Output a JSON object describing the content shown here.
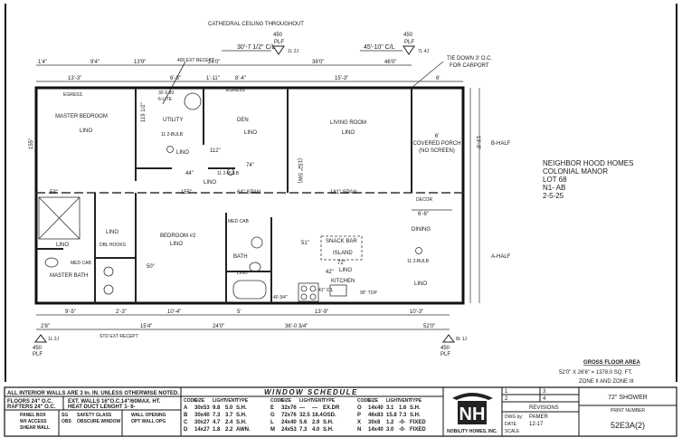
{
  "header": {
    "ceiling_note": "CATHEDRAL CEILING THROUGHOUT"
  },
  "load_markers": {
    "top_left": {
      "value": "450",
      "unit": "PLF",
      "dim": "30'-7 1/2\" C/L",
      "code": "1L 2J"
    },
    "top_right": {
      "value": "450",
      "unit": "PLF",
      "dim": "45'-10\" C/L",
      "code": "7L 4J"
    },
    "bottom_left": {
      "value": "450",
      "unit": "PLF",
      "code": "1L 2J"
    },
    "bottom_right": {
      "value": "450",
      "unit": "PLF",
      "code": "8L 1J"
    }
  },
  "top_dims_row1": [
    "1'4\"",
    "9'4\"",
    "13'9\"",
    "24'0\"",
    "38'0\"",
    "46'0\""
  ],
  "top_dims_row2": [
    "13'-3\"",
    "6'-3\"",
    "1'-11\"",
    "8'-4\"",
    "15'-3\"",
    "6'"
  ],
  "bottom_dims_row1": [
    "9'-5\"",
    "2'-3\"",
    "10'-4\"",
    "5'",
    "13'-9\"",
    "10'-3\""
  ],
  "bottom_dims_row2": [
    "2'8\"",
    "15'4\"",
    "24'0\"",
    "36'-0 3/4\"",
    "52'0\""
  ],
  "annotations": {
    "tie_down": "TIE DOWN 3' O.C.",
    "for_carport": "FOR CARPORT",
    "ext_recept": "400 EXT RECEPT",
    "std_ext_recept": "STD EXT RECEPT",
    "egress": "EGRESS",
    "door_30x80": "30 X 80",
    "six_lite": "6-LITE",
    "decor": "DECOR",
    "span_155": "155\"",
    "span_64": "64\" SPAN",
    "span_181": "181\" SPAN",
    "dim_112": "112\"",
    "dim_74": "74\"",
    "dim_44": "44\"",
    "dim_53": "53\"",
    "dim_50": "50\"",
    "dim_51": "51\"",
    "dim_72": "72\"",
    "dim_42": "42\"",
    "dim_6_6": "6'-6\"",
    "wall_155": "155\"",
    "wall_152": "(152\" SW)",
    "wall_119": "119 1/2\"",
    "b_half": "B-HALF",
    "a_half": "A-HALF",
    "dim_13_3": "13'-3\""
  },
  "rooms": {
    "master_bedroom": {
      "name": "MASTER BEDROOM",
      "floor": "LINO"
    },
    "utility": {
      "name": "UTILITY",
      "floor": "LINO",
      "light": "11 2-BULB"
    },
    "den": {
      "name": "DEN",
      "floor": "LINO"
    },
    "living_room": {
      "name": "LIVING ROOM",
      "floor": "LINO"
    },
    "porch": {
      "size": "6'",
      "name": "COVERED PORCH",
      "note": "(NO SCREEN)"
    },
    "hall": {
      "floor": "LINO",
      "light": "11 2-BULB"
    },
    "master_bath": {
      "name": "MASTER BATH",
      "floor": "LINO",
      "med_cab": "MED CAB"
    },
    "closet": {
      "floor": "LINO",
      "shelf": "DBL HOOKS"
    },
    "bedroom2": {
      "name": "BEDROOM #2",
      "floor": "LINO"
    },
    "bath": {
      "name": "BATH",
      "floor": "LINO",
      "med_cab": "MED CAB"
    },
    "kitchen": {
      "name": "KITCHEN",
      "floor": "LINO",
      "island": "ISLAND",
      "snack_bar": "SNACK BAR",
      "counter_cl": "41\" C/L",
      "top": "95\" TOP",
      "top2": "40 3/4\""
    },
    "dining": {
      "name": "DINING",
      "floor": "LINO",
      "light": "11 2-BULB"
    }
  },
  "project_info": [
    "NEIGHBOR HOOD HOMES",
    "COLONIAL MANOR",
    "LOT 68",
    "N1-      AB",
    "2-5-25"
  ],
  "gross_area": {
    "title": "GROSS FLOOR AREA",
    "calc": "52'0\" X 26'6\" = 1378.0 SQ. FT.",
    "zones": "ZONE II AND ZONE III"
  },
  "notes": {
    "interior_walls": "ALL INTERIOR WALLS ARE 3 In. IN. UNLESS OTHERWISE NOTED.",
    "floors": "FLOORS 24\" O.C.",
    "rafters": "RAFTERS 24\" O.C.",
    "ext_walls": "EXT. WALLS 16\"O.C.14\"/60MAX. HT.",
    "heat_duct": "HEAT DUCT LENGHT 1-  6-",
    "legend": [
      "PANEL BOX",
      "W/I ACCESS",
      "SHEAR WALL",
      "SAFETY GLASS",
      "OBSCURE WINDOW",
      "WALL OPENING",
      "OPT WALL OPG"
    ],
    "legend_codes": [
      "SG",
      "OBS"
    ]
  },
  "window_schedule": {
    "title": "WINDOW SCHEDULE",
    "columns": [
      "CODE",
      "SIZE",
      "LIGHT",
      "VENT",
      "TYPE"
    ],
    "rows": [
      [
        "A",
        "30x53",
        "9.8",
        "5.0",
        "S.H.",
        "E",
        "32x76",
        "—",
        "—",
        "EX.DR",
        "O",
        "14x40",
        "3.1",
        "1.6",
        "S.H."
      ],
      [
        "B",
        "30x40",
        "7.3",
        "3.7",
        "S.H.",
        "G",
        "72x76",
        "32.5",
        "18.4",
        "OSD.",
        "P",
        "46x83",
        "15.8",
        "7.3",
        "S.H."
      ],
      [
        "C",
        "30x27",
        "4.7",
        "2.4",
        "S.H.",
        "L",
        "24x40",
        "5.6",
        "2.9",
        "S.H.",
        "X",
        "30x8",
        "1.2",
        "-0-",
        "FIXED"
      ],
      [
        "D",
        "14x27",
        "1.8",
        "2.2",
        "AWN.",
        "M",
        "24x53",
        "7.3",
        "4.0",
        "S.H.",
        "N",
        "14x40",
        "3.0",
        "-0-",
        "FIXED"
      ]
    ]
  },
  "logo": {
    "mark": "NH",
    "company": "NOBILITY HOMES, INC."
  },
  "revisions": {
    "slots": [
      "1",
      "2",
      "3",
      "4"
    ],
    "title": "REVISIONS",
    "dwg_label": "DWG by:",
    "dwg_by": "PAMER",
    "date_label": "DATE",
    "date": "12-17",
    "scale_label": "SCALE"
  },
  "title_block": {
    "model": "72\" SHOWER",
    "print_label": "PRINT NUMBER",
    "print_number": "52E3A(2)"
  }
}
